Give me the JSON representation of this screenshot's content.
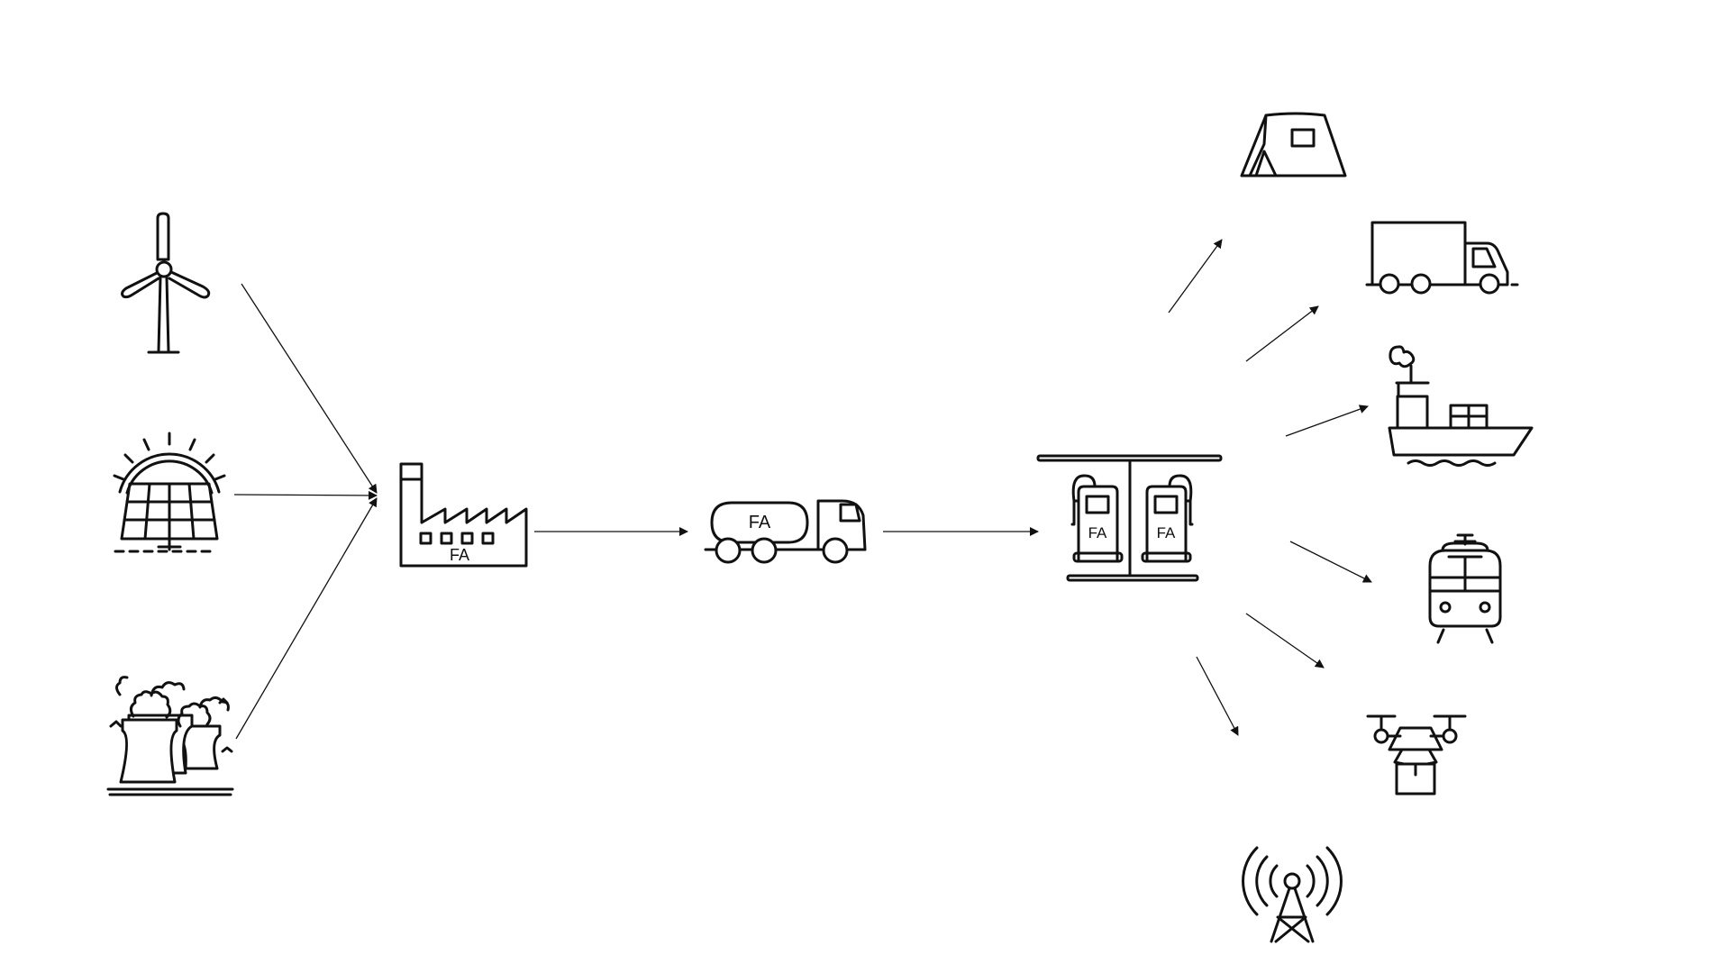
{
  "labels": {
    "factory": "FA",
    "tanker": "FA",
    "pump_left": "FA",
    "pump_right": "FA"
  },
  "colors": {
    "stroke": "#111111",
    "background": "#ffffff"
  },
  "icons": {
    "sources": [
      "wind-turbine-icon",
      "solar-panel-icon",
      "power-plant-icon"
    ],
    "chain": [
      "factory-icon",
      "tanker-truck-icon",
      "fuel-station-icon"
    ],
    "consumers": [
      "tent-icon",
      "truck-icon",
      "ship-icon",
      "train-icon",
      "drone-icon",
      "radio-tower-icon"
    ]
  }
}
